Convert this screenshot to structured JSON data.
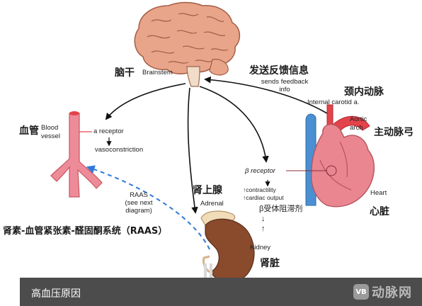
{
  "labels": {
    "brainstem_cn": "脑干",
    "brainstem_en": "Brainstem",
    "feedback_cn": "发送反馈信息",
    "feedback_en_1": "sends feedback",
    "feedback_en_2": "info",
    "carotid_cn": "颈内动脉",
    "carotid_en": "Internal carotid a.",
    "aortic_en_1": "Aortic",
    "aortic_en_2": "arch",
    "aortic_cn": "主动脉弓",
    "vessel_cn": "血管",
    "vessel_en_1": "Blood",
    "vessel_en_2": "vessel",
    "alpha_receptor": "a receptor",
    "vasoconstriction": "vasoconstriction",
    "beta_receptor": "β receptor",
    "contractility": "↑contractility",
    "cardiac_output": "↑cardiac output",
    "heart_en": "Heart",
    "heart_cn": "心脏",
    "beta_blocker_cn": "β受体阻滞剂",
    "down_arrow": "↓",
    "up_arrow": "↑",
    "raas_en_1": "RAAS",
    "raas_en_2": "(see next",
    "raas_en_3": "diagram)",
    "adrenal_cn": "肾上腺",
    "adrenal_en": "Adrenal",
    "raas_cn": "肾素-血管紧张素-醛固酮系统（RAAS）",
    "kidney_en": "Kidney",
    "kidney_cn": "肾脏"
  },
  "footer": {
    "title": "高血压原因",
    "logo_badge": "VB",
    "logo_text": "动脉网"
  },
  "colors": {
    "brain": "#e8a58a",
    "artery_red": "#e3434a",
    "artery_pink": "#ee8b98",
    "vein_blue": "#4a8fd1",
    "heart": "#e9868f",
    "kidney_brown": "#8a4a2c",
    "adrenal": "#f0dcb8",
    "dashed_blue": "#2f7ad6",
    "footer_bg": "#4c4c4c"
  }
}
